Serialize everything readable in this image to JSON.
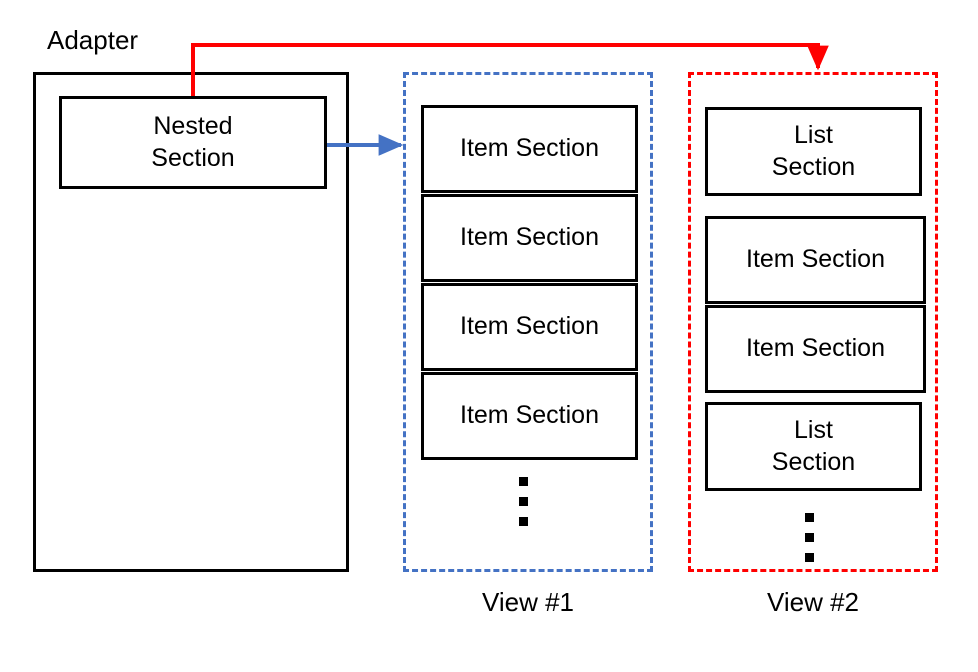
{
  "diagram": {
    "title_label": "Adapter",
    "colors": {
      "outline": "#000000",
      "view1_accent": "#4472C4",
      "view2_accent": "#FF0000",
      "background": "#FFFFFF"
    },
    "adapter": {
      "label": "Adapter",
      "nested_section_label": "Nested\nSection",
      "nested_section_line1": "Nested",
      "nested_section_line2": "Section"
    },
    "view1": {
      "caption": "View #1",
      "border_style": "dashed",
      "border_color": "#4472C4",
      "items": [
        {
          "label": "Item Section"
        },
        {
          "label": "Item Section"
        },
        {
          "label": "Item Section"
        },
        {
          "label": "Item Section"
        }
      ],
      "has_ellipsis": true
    },
    "view2": {
      "caption": "View #2",
      "border_style": "dashed",
      "border_color": "#FF0000",
      "items": [
        {
          "line1": "List",
          "line2": "Section"
        },
        {
          "label": "Item Section"
        },
        {
          "label": "Item Section"
        },
        {
          "line1": "List",
          "line2": "Section"
        }
      ],
      "has_ellipsis": true
    },
    "connectors": [
      {
        "name": "nested-to-view1",
        "color": "#4472C4",
        "from": "Nested Section",
        "to": "View #1",
        "style": "solid-arrow"
      },
      {
        "name": "nested-to-view2",
        "color": "#FF0000",
        "from": "Nested Section",
        "to": "View #2",
        "style": "solid-arrow"
      }
    ]
  }
}
